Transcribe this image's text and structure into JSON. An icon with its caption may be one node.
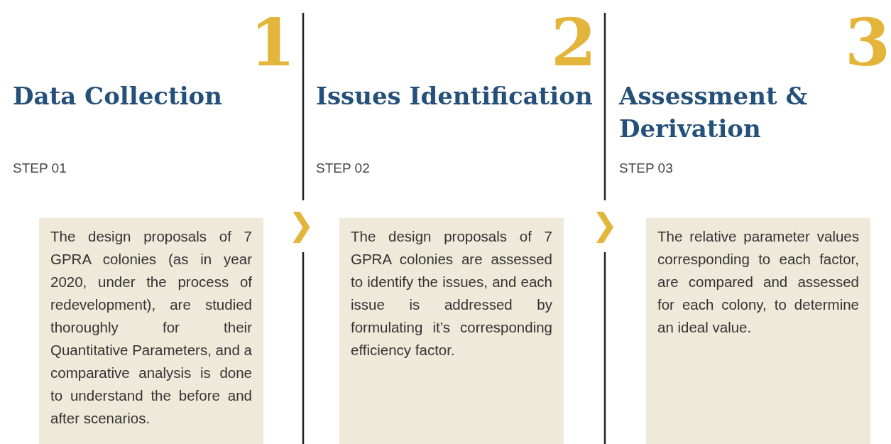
{
  "diagram": {
    "nodes": [
      {
        "text": [
          "The design proposals of 7 GPRA colonies (as in year 2020, under the process of redevelopment), are studied thoroughly for their Quantitative Parameters, and a comparative analysis is done to understand the before and after scenarios."
        ]
      },
      {
        "text": [
          "The design proposals of 7 GPRA colonies are assessed to identify the issues, and each issue is addressed by formulating it’s corresponding efficiency factor."
        ]
      },
      {
        "text": [
          "The relative parameter values corresponding to each factor, are compared and assessed for each colony, to determine an ideal value."
        ]
      }
    ],
    "edges": [
      {
        "from": 0,
        "to": 1,
        "arrow": "to"
      },
      {
        "from": 1,
        "to": 2,
        "arrow": "to"
      }
    ],
    "labels": [
      "1",
      "Data Collection",
      "STEP 01",
      "2",
      "Issues Identification",
      "STEP 02",
      "3",
      "Assessment & Derivation",
      "STEP 03"
    ]
  }
}
